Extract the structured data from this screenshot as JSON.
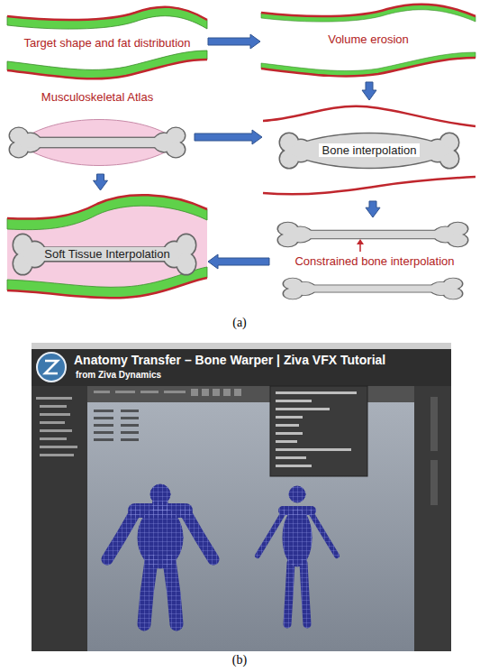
{
  "diagram": {
    "nodes": [
      {
        "text": [
          "Target shape and fat distribution"
        ]
      },
      {
        "text": [
          "Volume erosion"
        ]
      },
      {
        "text": [
          "Musculoskeletal Atlas"
        ]
      },
      {
        "text": [
          "Bone interpolation"
        ]
      },
      {
        "text": [
          "Soft Tissue Interpolation"
        ]
      },
      {
        "text": [
          "Constrained bone interpolation"
        ]
      }
    ],
    "edges": [
      {
        "from": 0,
        "to": 1,
        "arrow": "to"
      },
      {
        "from": 1,
        "to": 3,
        "arrow": "to"
      },
      {
        "from": 2,
        "to": 3,
        "arrow": "to"
      },
      {
        "from": 2,
        "to": 4,
        "arrow": "to"
      },
      {
        "from": 3,
        "to": 5,
        "arrow": "to"
      },
      {
        "from": 5,
        "to": 4,
        "arrow": "to"
      }
    ],
    "labels": [
      "(a)",
      "Anatomy Transfer – Bone Warper | Ziva VFX Tutorial",
      "from Ziva Dynamics",
      "(b)"
    ]
  }
}
